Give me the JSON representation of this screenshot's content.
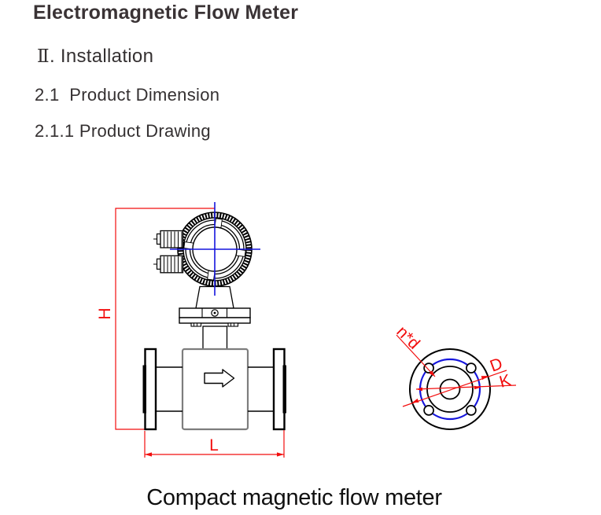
{
  "page": {
    "title": "Electromagnetic Flow Meter",
    "section_heading": {
      "numeral": "Ⅱ",
      "text": ". Installation"
    },
    "subsection_heading": "2.1  Product Dimension",
    "subsubsection_heading": "2.1.1 Product Drawing",
    "figure_caption": "Compact magnetic flow meter"
  },
  "drawing": {
    "front_view": {
      "dimension_labels": {
        "height": "H",
        "length": "L"
      }
    },
    "end_view": {
      "dimension_labels": {
        "bolt_holes": "n*d",
        "outer_diameter": "D",
        "bolt_circle_diameter": "K"
      }
    },
    "colors": {
      "dimension_red": "#f20d0d",
      "centerline_blue": "#1515dd",
      "outline_black": "#000000",
      "body_gray": "#7d7d7d"
    }
  }
}
